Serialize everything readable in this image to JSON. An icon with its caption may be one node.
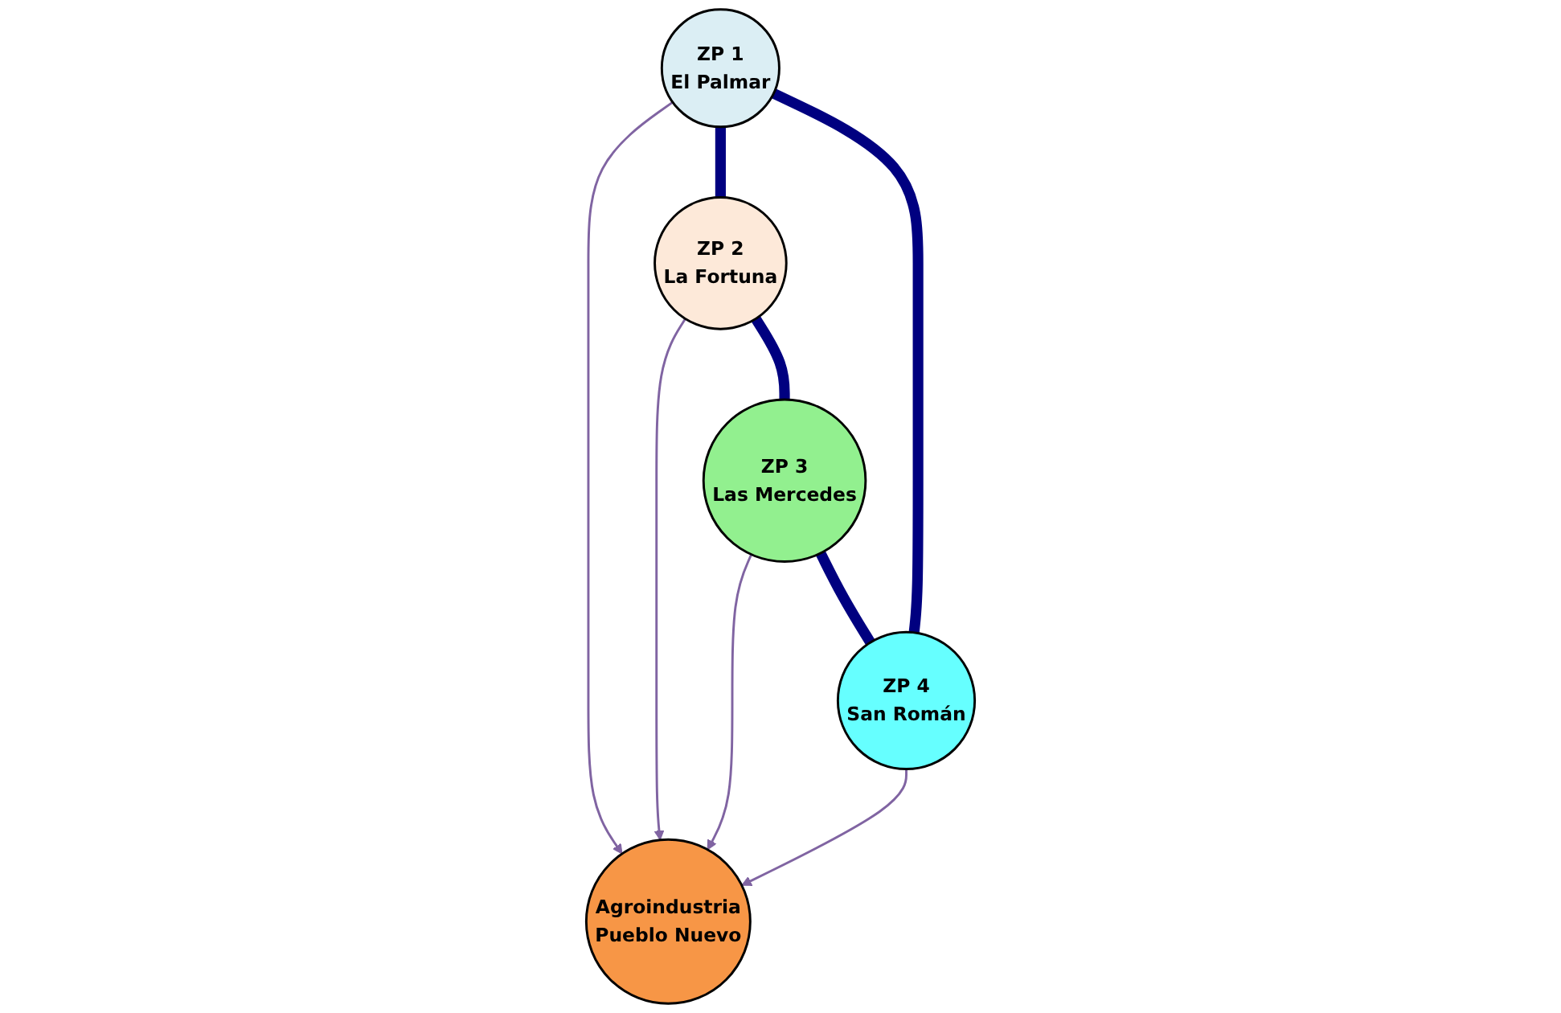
{
  "diagram": {
    "nodes": [
      {
        "text": [
          "ZP 1",
          "El Palmar"
        ]
      },
      {
        "text": [
          "ZP 4",
          "San Román"
        ]
      },
      {
        "text": [
          "Agroindustria",
          "Pueblo Nuevo"
        ]
      },
      {
        "text": [
          "ZP 2",
          "La Fortuna"
        ]
      },
      {
        "text": [
          "ZP 3",
          "Las Mercedes"
        ]
      }
    ],
    "edges": [
      {
        "from": 0,
        "to": 2,
        "arrow": "to",
        "color": "#8064a2"
      },
      {
        "from": 1,
        "to": 2,
        "arrow": "to",
        "color": "#8064a2"
      },
      {
        "from": 3,
        "to": 2,
        "arrow": "to",
        "color": "#8064a2"
      },
      {
        "from": 4,
        "to": 2,
        "arrow": "to",
        "color": "#8064a2"
      },
      {
        "from": 0,
        "to": 3,
        "arrow": "none",
        "style": "thick",
        "color": "#000080"
      },
      {
        "from": 3,
        "to": 4,
        "arrow": "none",
        "style": "thick",
        "color": "#000080"
      },
      {
        "from": 4,
        "to": 1,
        "arrow": "none",
        "style": "thick",
        "color": "#000080"
      },
      {
        "from": 1,
        "to": 0,
        "arrow": "none",
        "style": "thick",
        "color": "#000080"
      }
    ]
  }
}
